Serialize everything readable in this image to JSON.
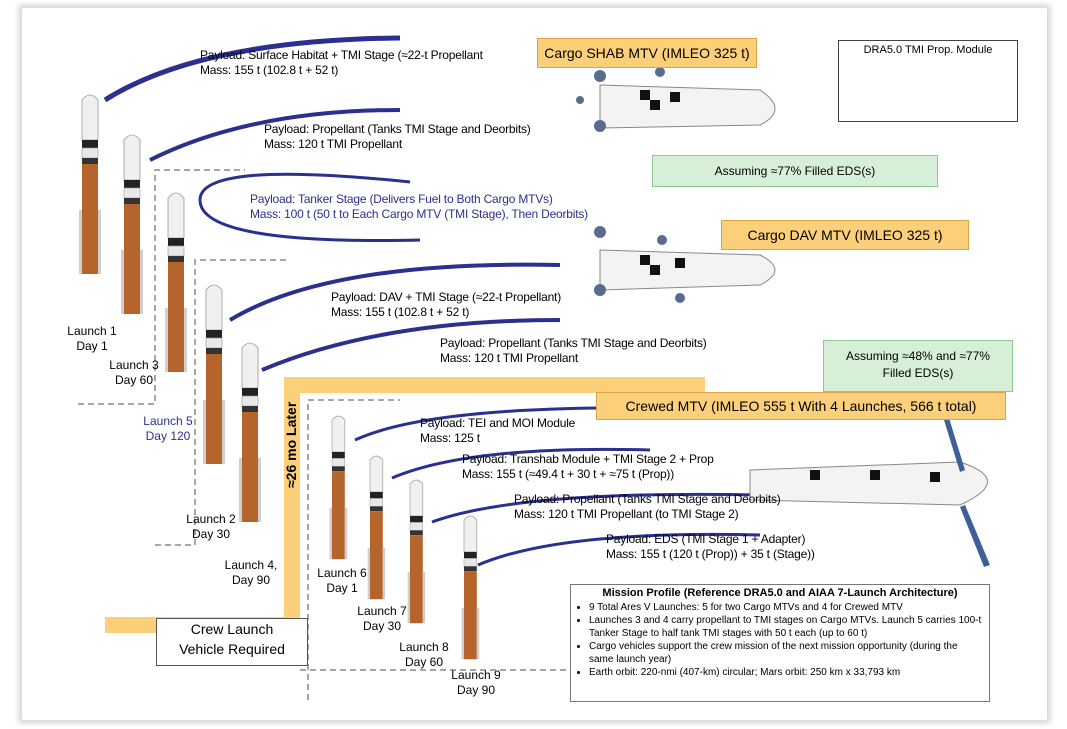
{
  "launches": [
    {
      "name": "Launch 1",
      "day": "Day 1"
    },
    {
      "name": "Launch 3",
      "day": "Day 60"
    },
    {
      "name": "Launch 5",
      "day": "Day 120"
    },
    {
      "name": "Launch 2",
      "day": "Day 30"
    },
    {
      "name": "Launch 4,",
      "day": "Day 90"
    },
    {
      "name": "Launch 6",
      "day": "Day 1"
    },
    {
      "name": "Launch 7",
      "day": "Day 30"
    },
    {
      "name": "Launch 8",
      "day": "Day 60"
    },
    {
      "name": "Launch 9",
      "day": "Day 90"
    }
  ],
  "payloads": [
    {
      "line1": "Payload: Surface Habitat + TMI Stage (≈22-t Propellant",
      "line2": "Mass: 155 t (102.8 t + 52 t)"
    },
    {
      "line1": "Payload: Propellant (Tanks TMI Stage and Deorbits)",
      "line2": "Mass: 120 t TMI Propellant"
    },
    {
      "line1": "Payload: Tanker Stage (Delivers Fuel to Both Cargo MTVs)",
      "line2": "Mass: 100 t (50 t to Each Cargo MTV (TMI Stage), Then Deorbits)"
    },
    {
      "line1": "Payload: DAV + TMI Stage (≈22-t Propellant)",
      "line2": "Mass: 155 t (102.8 t + 52 t)"
    },
    {
      "line1": "Payload: Propellant (Tanks TMI Stage and Deorbits)",
      "line2": "Mass: 120 t TMI Propellant"
    },
    {
      "line1": "Payload: TEI and MOI Module",
      "line2": "Mass: 125 t"
    },
    {
      "line1": "Payload: Transhab Module + TMI Stage 2 + Prop",
      "line2": "Mass: 155 t (≈49.4 t + 30 t + ≈75 t (Prop))"
    },
    {
      "line1": "Payload: Propellant (Tanks TMI Stage and Deorbits)",
      "line2": "Mass: 120 t TMI Propellant (to TMI Stage 2)"
    },
    {
      "line1": "Payload: EDS (TMI Stage 1 + Adapter)",
      "line2": "Mass: 155 t (120 t (Prop)) + 35 t (Stage))"
    }
  ],
  "vehicles": {
    "cargo_shab": "Cargo SHAB MTV (IMLEO 325 t)",
    "cargo_dav": "Cargo DAV MTV (IMLEO 325 t)",
    "crewed": "Crewed MTV (IMLEO 555 t With 4 Launches, 566 t total)",
    "dra_module": "DRA5.0 TMI Prop. Module"
  },
  "assumptions": {
    "cargo": "Assuming ≈77% Filled EDS(s)",
    "crew_line1": "Assuming ≈48% and ≈77%",
    "crew_line2": "Filled EDS(s)"
  },
  "timeline": {
    "later": "≈26 mo Later",
    "crew_launch_line1": "Crew Launch",
    "crew_launch_line2": "Vehicle Required"
  },
  "mission_profile": {
    "title": "Mission Profile (Reference DRA5.0 and AIAA 7-Launch Architecture)",
    "items": [
      "9 Total Ares V Launches: 5 for two Cargo MTVs and 4 for Crewed MTV",
      "Launches 3 and 4 carry propellant to TMI stages on Cargo MTVs. Launch 5 carries 100-t Tanker Stage to half tank TMI stages with 50 t each (up to 60 t)",
      "Cargo vehicles support the crew mission of the next mission opportunity (during the same launch year)",
      "Earth orbit: 220-nmi (407-km) circular; Mars orbit: 250 km x 33,793 km"
    ]
  },
  "colors": {
    "orange": "#fcd07a",
    "green": "#d7efd7",
    "arc": "#2b2f8f",
    "booster": "#b5652b"
  }
}
